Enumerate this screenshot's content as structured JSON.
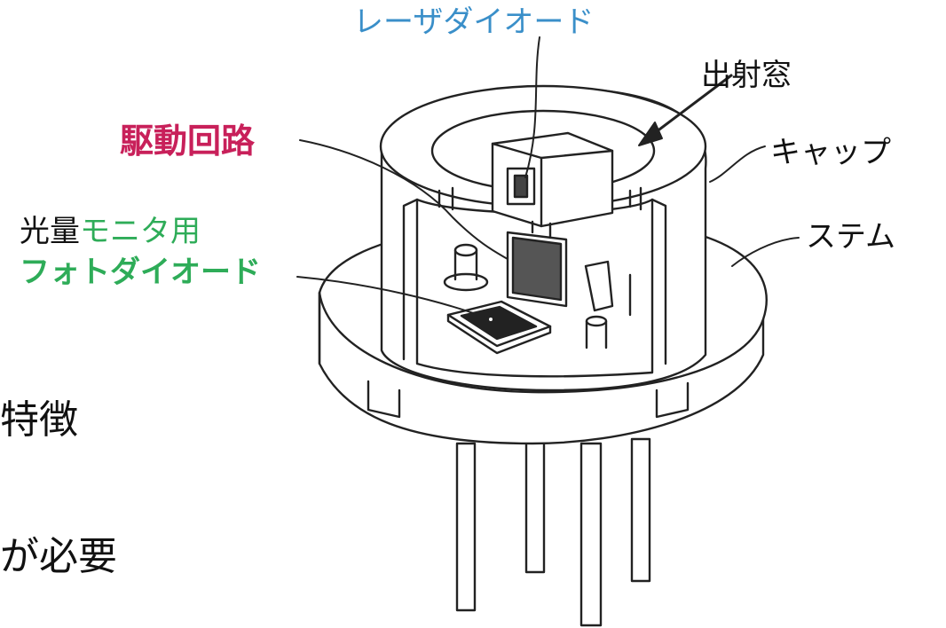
{
  "labels": {
    "laser_diode": "レーザダイオード",
    "emission_window": "出射窓",
    "drive_circuit": "駆動回路",
    "cap": "キャップ",
    "stem": "ステム",
    "monitor_pd_line1_a": "光量",
    "monitor_pd_line1_b": "モニタ用",
    "monitor_pd_line2": "フォトダイオード"
  },
  "background_text": {
    "line1": "特徴",
    "line2": "が必要"
  },
  "colors": {
    "laser_diode": "#3a8fc9",
    "drive_circuit": "#c8205a",
    "monitor_green": "#2eac58",
    "ink": "#111111"
  }
}
